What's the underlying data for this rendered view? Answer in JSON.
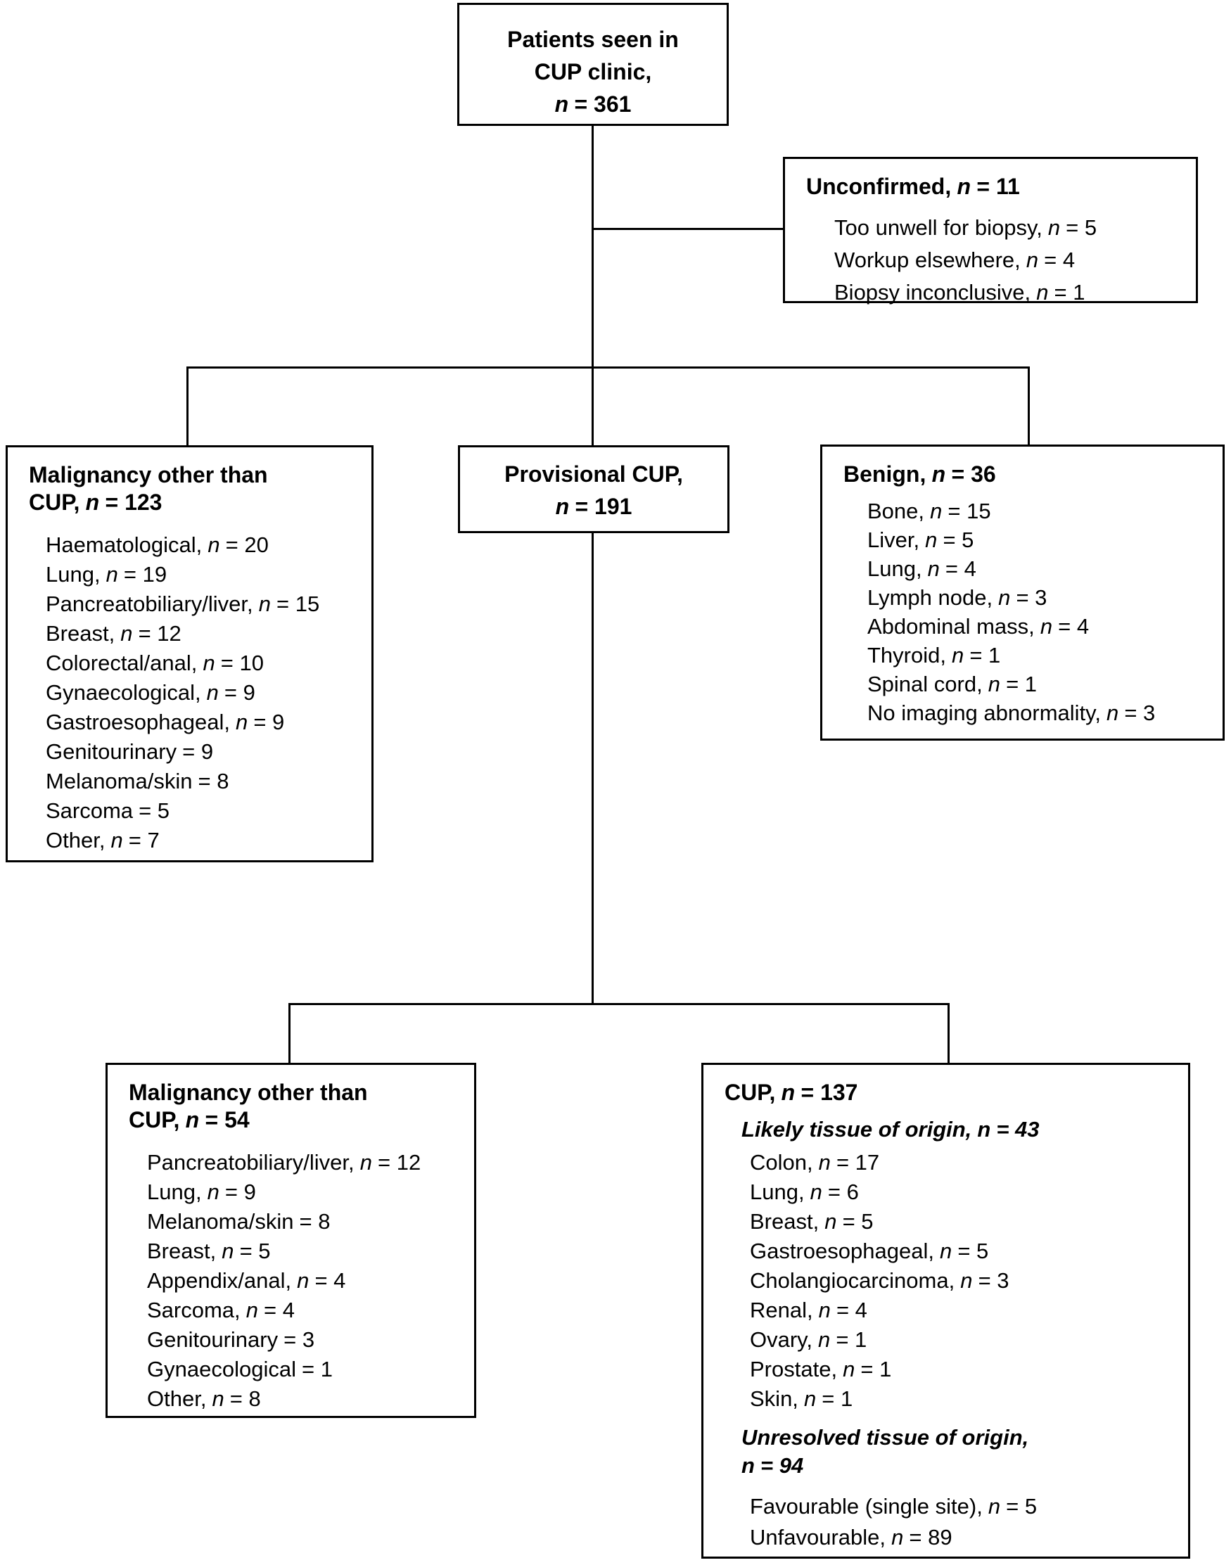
{
  "colors": {
    "line": "#000000",
    "background": "#ffffff",
    "text": "#000000"
  },
  "diagram": {
    "root": {
      "line1": "Patients seen in",
      "line2": "CUP clinic,",
      "line3": {
        "pre": "",
        "n": "n",
        "post": "= 361"
      }
    },
    "unconfirmed": {
      "title": {
        "pre": "Unconfirmed,",
        "n": "n",
        "post": "= 11"
      },
      "items": [
        {
          "pre": "Too unwell for biopsy,",
          "n": "n",
          "post": "= 5"
        },
        {
          "pre": "Workup elsewhere,",
          "n": "n",
          "post": "= 4"
        },
        {
          "pre": "Biopsy inconclusive,",
          "n": "n",
          "post": "= 1"
        }
      ]
    },
    "malignancy_123": {
      "title_line1": "Malignancy other than",
      "title_line2": {
        "pre": "CUP,",
        "n": "n",
        "post": "= 123"
      },
      "items": [
        {
          "pre": "Haematological,",
          "n": "n",
          "post": "= 20"
        },
        {
          "pre": "Lung,",
          "n": "n",
          "post": "= 19"
        },
        {
          "pre": "Pancreatobiliary/liver,",
          "n": "n",
          "post": "= 15"
        },
        {
          "pre": "Breast,",
          "n": "n",
          "post": "= 12"
        },
        {
          "pre": "Colorectal/anal,",
          "n": "n",
          "post": "= 10"
        },
        {
          "pre": "Gynaecological,",
          "n": "n",
          "post": "= 9"
        },
        {
          "pre": "Gastroesophageal,",
          "n": "n",
          "post": "= 9"
        },
        {
          "pre": "Genitourinary",
          "n": "",
          "post": "= 9"
        },
        {
          "pre": "Melanoma/skin",
          "n": "",
          "post": "= 8"
        },
        {
          "pre": "Sarcoma",
          "n": "",
          "post": "= 5"
        },
        {
          "pre": "Other,",
          "n": "n",
          "post": "= 7"
        }
      ]
    },
    "provisional": {
      "line1": "Provisional CUP,",
      "line2": {
        "pre": "",
        "n": "n",
        "post": "= 191"
      }
    },
    "benign": {
      "title": {
        "pre": "Benign,",
        "n": "n",
        "post": "= 36"
      },
      "items": [
        {
          "pre": "Bone,",
          "n": "n",
          "post": "= 15"
        },
        {
          "pre": "Liver,",
          "n": "n",
          "post": "= 5"
        },
        {
          "pre": "Lung,",
          "n": "n",
          "post": "= 4"
        },
        {
          "pre": "Lymph node,",
          "n": "n",
          "post": "= 3"
        },
        {
          "pre": "Abdominal mass,",
          "n": "n",
          "post": "= 4"
        },
        {
          "pre": "Thyroid,",
          "n": "n",
          "post": "= 1"
        },
        {
          "pre": "Spinal cord,",
          "n": "n",
          "post": "= 1"
        },
        {
          "pre": "No imaging abnormality,",
          "n": "n",
          "post": "= 3"
        }
      ]
    },
    "malignancy_54": {
      "title_line1": "Malignancy other than",
      "title_line2": {
        "pre": "CUP,",
        "n": "n",
        "post": "= 54"
      },
      "items": [
        {
          "pre": "Pancreatobiliary/liver,",
          "n": "n",
          "post": "= 12"
        },
        {
          "pre": "Lung,",
          "n": "n",
          "post": "= 9"
        },
        {
          "pre": "Melanoma/skin",
          "n": "",
          "post": "= 8"
        },
        {
          "pre": "Breast,",
          "n": "n",
          "post": "= 5"
        },
        {
          "pre": "Appendix/anal,",
          "n": "n",
          "post": "= 4"
        },
        {
          "pre": "Sarcoma,",
          "n": "n",
          "post": "= 4"
        },
        {
          "pre": "Genitourinary",
          "n": "",
          "post": "= 3"
        },
        {
          "pre": "Gynaecological",
          "n": "",
          "post": "= 1"
        },
        {
          "pre": "Other,",
          "n": "n",
          "post": "= 8"
        }
      ]
    },
    "cup_137": {
      "title": {
        "pre": "CUP,",
        "n": "n",
        "post": "= 137"
      },
      "likely_header": {
        "pre": "Likely tissue of origin,",
        "n": "n",
        "post": "= 43"
      },
      "likely_items": [
        {
          "pre": "Colon,",
          "n": "n",
          "post": "= 17"
        },
        {
          "pre": "Lung,",
          "n": "n",
          "post": "= 6"
        },
        {
          "pre": "Breast,",
          "n": "n",
          "post": "= 5"
        },
        {
          "pre": "Gastroesophageal,",
          "n": "n",
          "post": "= 5"
        },
        {
          "pre": "Cholangiocarcinoma,",
          "n": "n",
          "post": "= 3"
        },
        {
          "pre": "Renal,",
          "n": "n",
          "post": "= 4"
        },
        {
          "pre": "Ovary,",
          "n": "n",
          "post": "= 1"
        },
        {
          "pre": "Prostate,",
          "n": "n",
          "post": "= 1"
        },
        {
          "pre": "Skin,",
          "n": "n",
          "post": "= 1"
        }
      ],
      "unresolved_header_line1": {
        "pre": "Unresolved tissue of origin,",
        "n": "",
        "post": ""
      },
      "unresolved_header_line2": {
        "pre": "",
        "n": "n",
        "post": "= 94"
      },
      "unresolved_items": [
        {
          "pre": "Favourable (single site),",
          "n": "n",
          "post": "= 5"
        },
        {
          "pre": "Unfavourable,",
          "n": "n",
          "post": "= 89"
        }
      ]
    }
  }
}
